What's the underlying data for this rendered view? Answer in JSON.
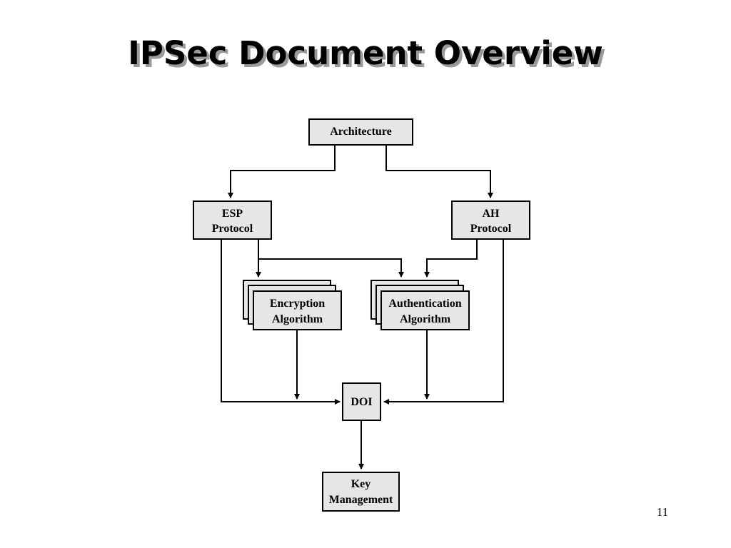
{
  "slide": {
    "title": "IPSec Document Overview",
    "page_number": "11"
  },
  "diagram": {
    "nodes": {
      "architecture": {
        "label": "Architecture"
      },
      "esp": {
        "label_line1": "ESP",
        "label_line2": "Protocol"
      },
      "ah": {
        "label_line1": "AH",
        "label_line2": "Protocol"
      },
      "encryption": {
        "label_line1": "Encryption",
        "label_line2": "Algorithm"
      },
      "authentication": {
        "label_line1": "Authentication",
        "label_line2": "Algorithm"
      },
      "doi": {
        "label": "DOI"
      },
      "key_management": {
        "label_line1": "Key",
        "label_line2": "Management"
      }
    },
    "edges": [
      {
        "from": "Architecture",
        "to": "ESP Protocol"
      },
      {
        "from": "Architecture",
        "to": "AH Protocol"
      },
      {
        "from": "ESP Protocol",
        "to": "Encryption Algorithm"
      },
      {
        "from": "ESP Protocol",
        "to": "Authentication Algorithm"
      },
      {
        "from": "AH Protocol",
        "to": "Authentication Algorithm"
      },
      {
        "from": "ESP Protocol",
        "to": "DOI"
      },
      {
        "from": "Encryption Algorithm",
        "to": "DOI"
      },
      {
        "from": "Authentication Algorithm",
        "to": "DOI"
      },
      {
        "from": "AH Protocol",
        "to": "DOI"
      },
      {
        "from": "DOI",
        "to": "Key Management"
      }
    ],
    "colors": {
      "node_fill": "#e6e6e6",
      "stroke": "#000000",
      "title_shadow": "#9a9a9a"
    }
  }
}
